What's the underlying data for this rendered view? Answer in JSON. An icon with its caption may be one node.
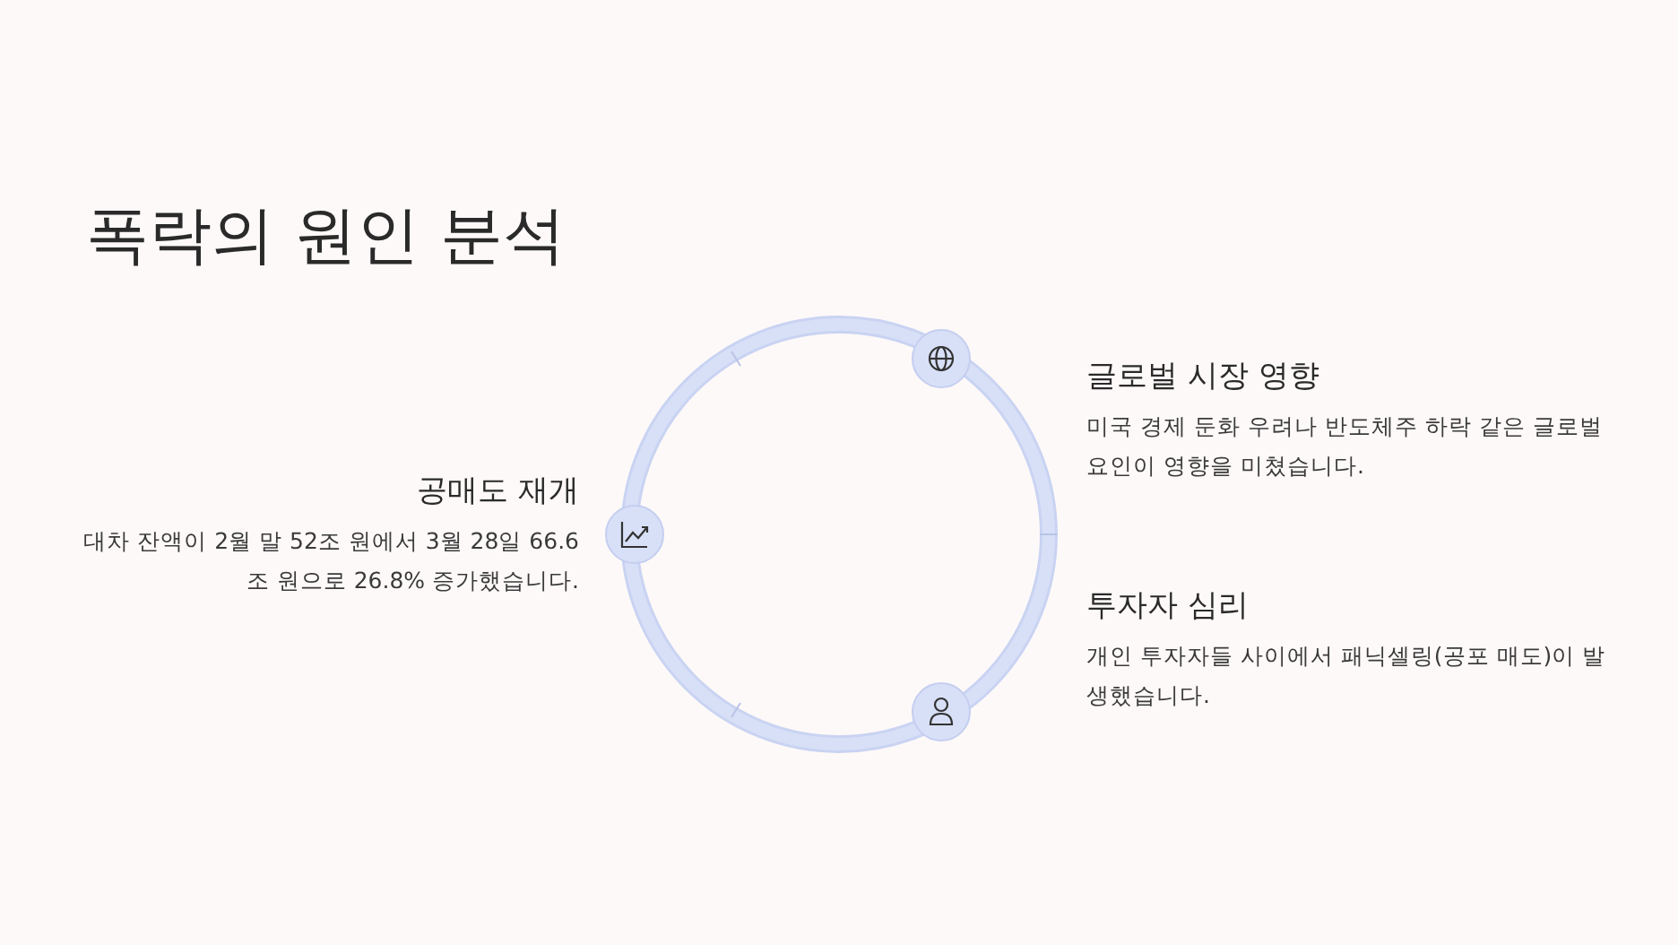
{
  "diagram": {
    "title": "폭락의 원인 분석",
    "labels": [
      "글로벌 시장 영향",
      "미국 경제 둔화 우려나 반도체주 하락 같은 글로벌 요인이 영향을 미쳤습니다.",
      "공매도 재개",
      "대차 잔액이 2월 말 52조 원에서 3월 28일 66.6조 원으로 26.8% 증가했습니다.",
      "투자자 심리",
      "개인 투자자들 사이에서 패닉셀링(공포 매도)이 발생했습니다."
    ]
  }
}
